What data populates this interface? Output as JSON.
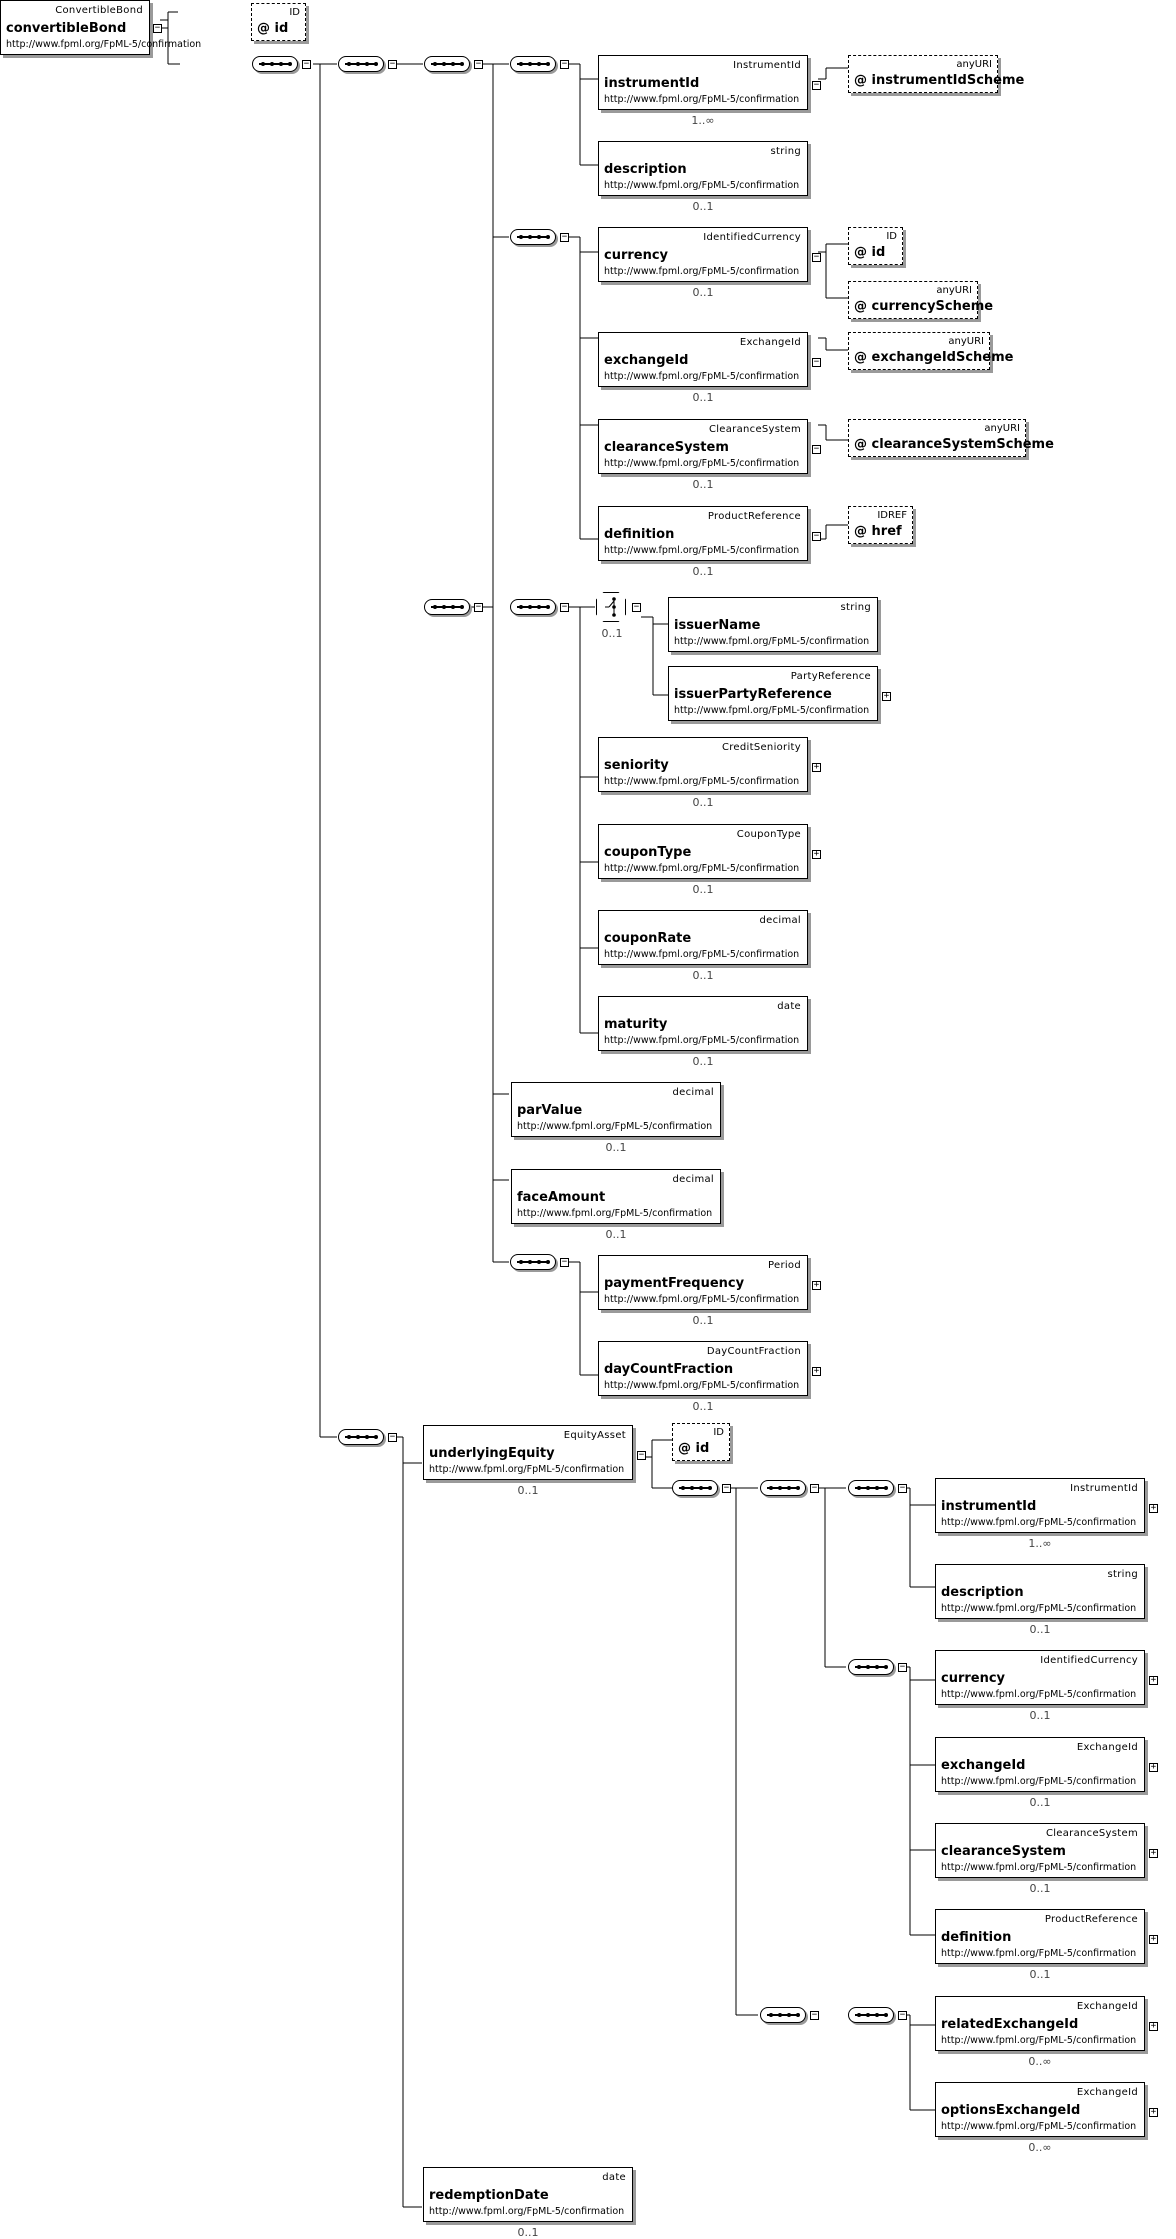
{
  "namespace": "http://www.fpml.org/FpML-5/confirmation",
  "root": {
    "name": "convertibleBond",
    "type": "ConvertibleBond"
  },
  "root_attr": {
    "name": "@ id",
    "type": "ID"
  },
  "underlying_ref": {
    "instrumentId": {
      "name": "instrumentId",
      "type": "InstrumentId",
      "card": "1..∞"
    },
    "instrumentIdScheme": {
      "name": "@ instrumentIdScheme",
      "type": "anyURI"
    },
    "description": {
      "name": "description",
      "type": "string",
      "card": "0..1"
    },
    "currency": {
      "name": "currency",
      "type": "IdentifiedCurrency",
      "card": "0..1"
    },
    "currency_id": {
      "name": "@ id",
      "type": "ID"
    },
    "currencyScheme": {
      "name": "@ currencyScheme",
      "type": "anyURI"
    },
    "exchangeId": {
      "name": "exchangeId",
      "type": "ExchangeId",
      "card": "0..1"
    },
    "exchangeIdScheme": {
      "name": "@ exchangeIdScheme",
      "type": "anyURI"
    },
    "clearanceSystem": {
      "name": "clearanceSystem",
      "type": "ClearanceSystem",
      "card": "0..1"
    },
    "clearanceSystemScheme": {
      "name": "@ clearanceSystemScheme",
      "type": "anyURI"
    },
    "definition": {
      "name": "definition",
      "type": "ProductReference",
      "card": "0..1"
    },
    "href": {
      "name": "@ href",
      "type": "IDREF"
    }
  },
  "bond": {
    "choice_card": "0..1",
    "issuerName": {
      "name": "issuerName",
      "type": "string"
    },
    "issuerPartyReference": {
      "name": "issuerPartyReference",
      "type": "PartyReference"
    },
    "seniority": {
      "name": "seniority",
      "type": "CreditSeniority",
      "card": "0..1"
    },
    "couponType": {
      "name": "couponType",
      "type": "CouponType",
      "card": "0..1"
    },
    "couponRate": {
      "name": "couponRate",
      "type": "decimal",
      "card": "0..1"
    },
    "maturity": {
      "name": "maturity",
      "type": "date",
      "card": "0..1"
    },
    "parValue": {
      "name": "parValue",
      "type": "decimal",
      "card": "0..1"
    },
    "faceAmount": {
      "name": "faceAmount",
      "type": "decimal",
      "card": "0..1"
    },
    "paymentFrequency": {
      "name": "paymentFrequency",
      "type": "Period",
      "card": "0..1"
    },
    "dayCountFraction": {
      "name": "dayCountFraction",
      "type": "DayCountFraction",
      "card": "0..1"
    }
  },
  "underlyingEquity": {
    "name": "underlyingEquity",
    "type": "EquityAsset",
    "card": "0..1"
  },
  "equity_attr": {
    "name": "@ id",
    "type": "ID"
  },
  "equity": {
    "instrumentId": {
      "name": "instrumentId",
      "type": "InstrumentId",
      "card": "1..∞"
    },
    "description": {
      "name": "description",
      "type": "string",
      "card": "0..1"
    },
    "currency": {
      "name": "currency",
      "type": "IdentifiedCurrency",
      "card": "0..1"
    },
    "exchangeId": {
      "name": "exchangeId",
      "type": "ExchangeId",
      "card": "0..1"
    },
    "clearanceSystem": {
      "name": "clearanceSystem",
      "type": "ClearanceSystem",
      "card": "0..1"
    },
    "definition": {
      "name": "definition",
      "type": "ProductReference",
      "card": "0..1"
    },
    "relatedExchangeId": {
      "name": "relatedExchangeId",
      "type": "ExchangeId",
      "card": "0..∞"
    },
    "optionsExchangeId": {
      "name": "optionsExchangeId",
      "type": "ExchangeId",
      "card": "0..∞"
    }
  },
  "redemptionDate": {
    "name": "redemptionDate",
    "type": "date",
    "card": "0..1"
  }
}
